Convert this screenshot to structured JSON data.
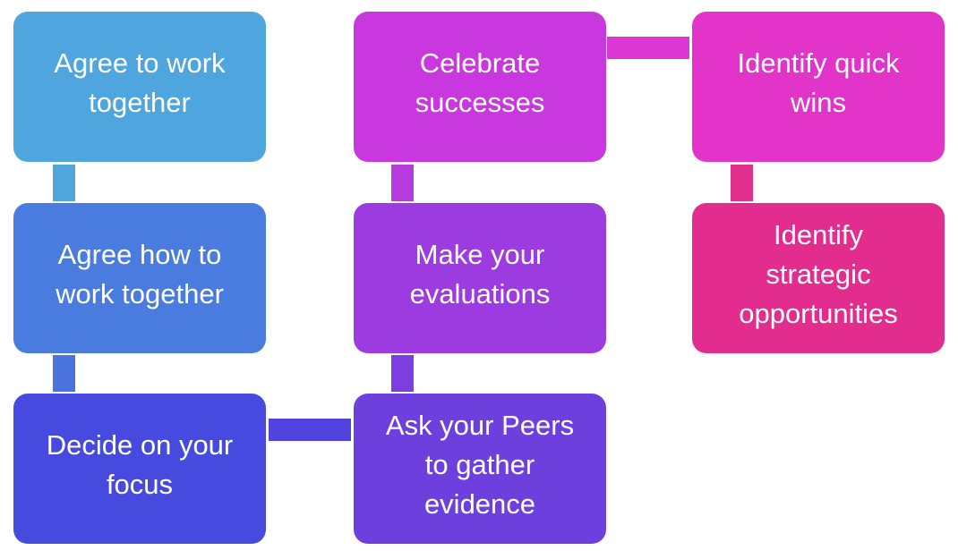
{
  "diagram": {
    "type": "process-flow",
    "steps": [
      {
        "id": 1,
        "label": "Agree to work\ntogether",
        "color": "#4FA5DD"
      },
      {
        "id": 2,
        "label": "Agree how to\nwork together",
        "color": "#4A7BDF"
      },
      {
        "id": 3,
        "label": "Decide on your\nfocus",
        "color": "#474ADE"
      },
      {
        "id": 4,
        "label": "Ask your Peers\nto gather\nevidence",
        "color": "#6D40DE"
      },
      {
        "id": 5,
        "label": "Make your\nevaluations",
        "color": "#9B3BE0"
      },
      {
        "id": 6,
        "label": "Celebrate\nsuccesses",
        "color": "#C938DF"
      },
      {
        "id": 7,
        "label": "Identify quick\nwins",
        "color": "#E234C9"
      },
      {
        "id": 8,
        "label": "Identify\nstrategic\nopportunities",
        "color": "#E22D8E"
      }
    ],
    "connectors": [
      {
        "from": 1,
        "to": 2,
        "color": "#4FA5DD"
      },
      {
        "from": 2,
        "to": 3,
        "color": "#4A73DD"
      },
      {
        "from": 3,
        "to": 4,
        "color": "#5043DE"
      },
      {
        "from": 4,
        "to": 5,
        "color": "#7D3DDF"
      },
      {
        "from": 5,
        "to": 6,
        "color": "#B53BDD"
      },
      {
        "from": 6,
        "to": 7,
        "color": "#DA37D3"
      },
      {
        "from": 7,
        "to": 8,
        "color": "#E2308F"
      }
    ]
  }
}
